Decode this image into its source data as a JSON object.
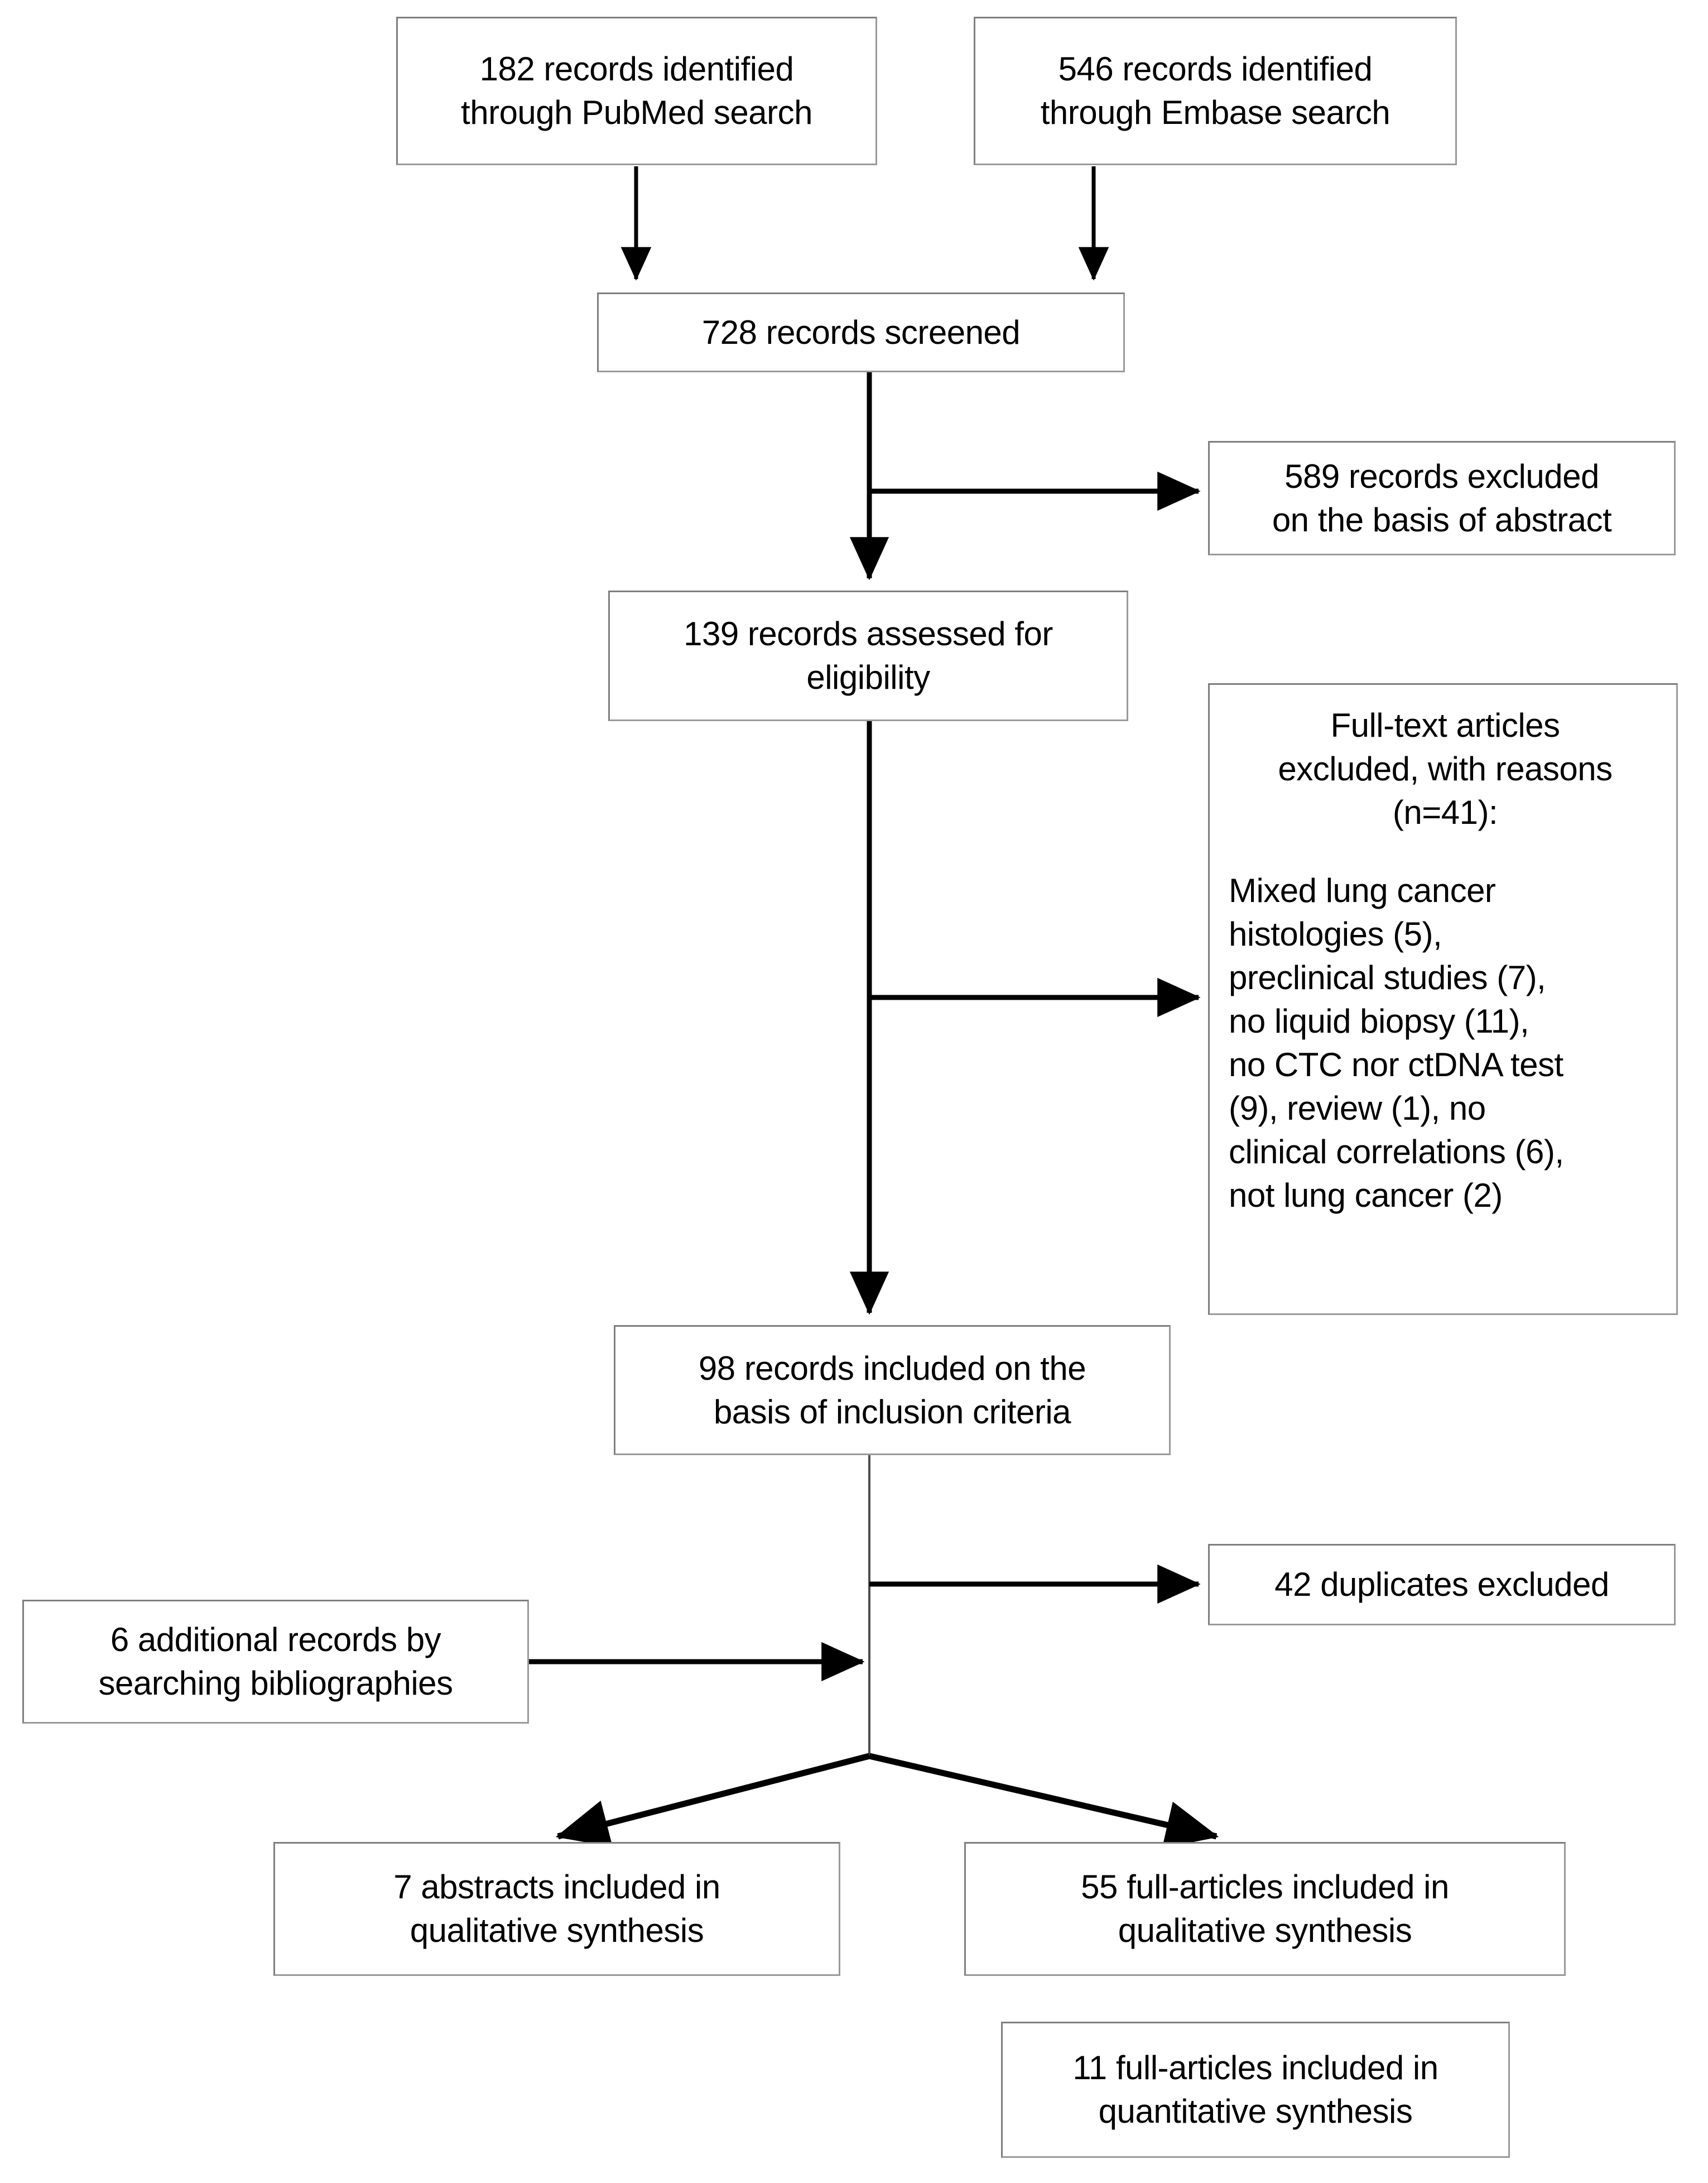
{
  "diagram": {
    "type": "prisma-flow-diagram",
    "title": "",
    "accent_color": "#000000",
    "box_border_color": "#7f7f7f",
    "background": "#ffffff",
    "boxes": [
      {
        "id": "pubmed-records",
        "text": "182 records identified\nthrough PubMed search",
        "count": 182,
        "stage": "identification"
      },
      {
        "id": "embase-records",
        "text": "546 records identified\nthrough Embase search",
        "count": 546,
        "stage": "identification"
      },
      {
        "id": "records-screened",
        "text": "728 records screened",
        "count": 728,
        "stage": "screening"
      },
      {
        "id": "records-excluded-abstract",
        "text": "589 records excluded\non the basis of abstract",
        "count": 589,
        "stage": "screening-excluded"
      },
      {
        "id": "records-assessed",
        "text": "139 records assessed for\neligibility",
        "count": 139,
        "stage": "eligibility"
      },
      {
        "id": "fulltext-excluded-head",
        "text": "Full-text articles\nexcluded, with reasons\n(n=41):",
        "count": 41,
        "stage": "eligibility-excluded"
      },
      {
        "id": "fulltext-excluded-reasons",
        "text": "Mixed lung cancer\nhistologies (5),\npreclinical studies (7),\nno liquid biopsy (11),\nno CTC nor ctDNA test\n(9), review (1), no\nclinical correlations (6),\nnot lung cancer (2)",
        "stage": "eligibility-excluded"
      },
      {
        "id": "records-included",
        "text": "98 records included on the\nbasis of inclusion criteria",
        "count": 98,
        "stage": "included"
      },
      {
        "id": "duplicates-excluded",
        "text": "42 duplicates excluded",
        "count": 42,
        "stage": "included-excluded"
      },
      {
        "id": "additional-records",
        "text": "6 additional records by\nsearching bibliographies",
        "count": 6,
        "stage": "identification-extra"
      },
      {
        "id": "abstracts-qualitative",
        "text": "7 abstracts included in\nqualitative synthesis",
        "count": 7,
        "stage": "synthesis"
      },
      {
        "id": "fullarticles-qualitative",
        "text": "55 full-articles included in\nqualitative synthesis",
        "count": 55,
        "stage": "synthesis"
      },
      {
        "id": "fullarticles-quantitative",
        "text": "11 full-articles included in\nquantitative synthesis",
        "count": 11,
        "stage": "synthesis"
      }
    ],
    "excluded_reasons": [
      {
        "reason": "Mixed lung cancer histologies",
        "count": 5
      },
      {
        "reason": "preclinical studies",
        "count": 7
      },
      {
        "reason": "no liquid biopsy",
        "count": 11
      },
      {
        "reason": "no CTC nor ctDNA test",
        "count": 9
      },
      {
        "reason": "review",
        "count": 1
      },
      {
        "reason": "no clinical correlations",
        "count": 6
      },
      {
        "reason": "not lung cancer",
        "count": 2
      }
    ]
  }
}
